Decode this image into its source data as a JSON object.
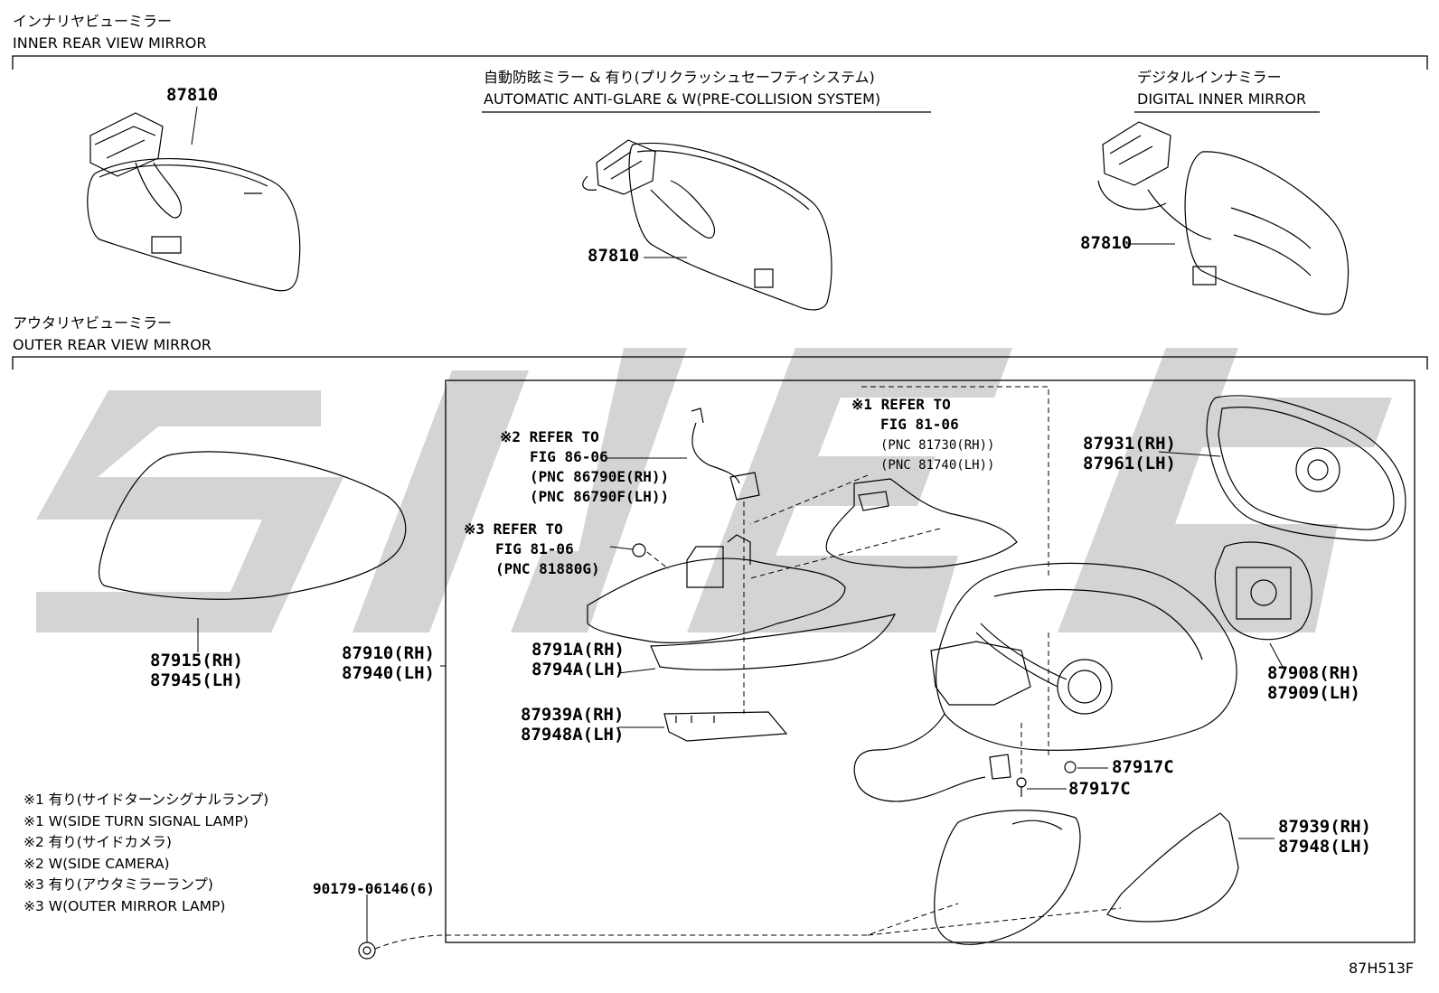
{
  "sections": {
    "inner": {
      "title_jp": "インナリヤビューミラー",
      "title_en": "INNER REAR VIEW MIRROR"
    },
    "outer": {
      "title_jp": "アウタリヤビューミラー",
      "title_en": "OUTER REAR VIEW MIRROR"
    }
  },
  "variants": {
    "auto": {
      "jp": "自動防眩ミラー & 有り(プリクラッシュセーフティシステム)",
      "en": "AUTOMATIC ANTI-GLARE & W(PRE-COLLISION SYSTEM)"
    },
    "digital": {
      "jp": "デジタルインナミラー",
      "en": "DIGITAL INNER MIRROR"
    }
  },
  "parts": {
    "p87810a": "87810",
    "p87810b": "87810",
    "p87810c": "87810",
    "p87915": "87915(RH)",
    "p87945": "87945(LH)",
    "p87910": "87910(RH)",
    "p87940": "87940(LH)",
    "p8791a": "8791A(RH)",
    "p8794a": "8794A(LH)",
    "p87939a": "87939A(RH)",
    "p87948a": "87948A(LH)",
    "p87931": "87931(RH)",
    "p87961": "87961(LH)",
    "p87908": "87908(RH)",
    "p87909": "87909(LH)",
    "p87917c1": "87917C",
    "p87917c2": "87917C",
    "p87939": "87939(RH)",
    "p87948": "87948(LH)",
    "p90179": "90179-06146(6)"
  },
  "refs": {
    "r1_title": "※1 REFER TO",
    "r1_fig": "FIG 81-06",
    "r1_pnc1": "(PNC 81730(RH))",
    "r1_pnc2": "(PNC 81740(LH))",
    "r2_title": "※2 REFER TO",
    "r2_fig": "FIG 86-06",
    "r2_pnc1": "(PNC 86790E(RH))",
    "r2_pnc2": "(PNC 86790F(LH))",
    "r3_title": "※3 REFER TO",
    "r3_fig": "FIG 81-06",
    "r3_pnc1": "(PNC 81880G)"
  },
  "notes": [
    "※1 有り(サイドターンシグナルランプ)",
    "※1 W(SIDE TURN SIGNAL LAMP)",
    "※2 有り(サイドカメラ)",
    "※2 W(SIDE CAMERA)",
    "※3 有り(アウタミラーランプ)",
    "※3 W(OUTER MIRROR LAMP)"
  ],
  "figure_code": "87H513F",
  "colors": {
    "line": "#000000",
    "watermark": "#d4d4d4",
    "background": "#ffffff"
  }
}
